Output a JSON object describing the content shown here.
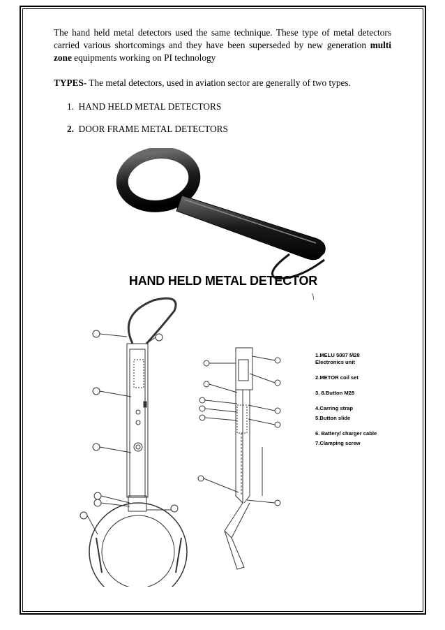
{
  "paragraph": {
    "pre": "The hand held metal detectors used the same technique. These type of metal detectors carried various shortcomings and they have been superseded by new generation ",
    "bold": "multi zone",
    "post": " equipments working on PI technology"
  },
  "types": {
    "label": "TYPES-",
    "text": " The metal detectors, used in aviation sector are generally  of two types."
  },
  "list": [
    {
      "num": "1.",
      "text": "HAND HELD METAL DETECTORS"
    },
    {
      "num": "2.",
      "text": "DOOR FRAME METAL DETECTORS"
    }
  ],
  "caption": "HAND HELD METAL DETECTOR",
  "legend": [
    "1.MELU 5087 M28",
    "Electronics unit",
    "2.METOR   coil set",
    "3. 8.Button M28",
    "4.Carring strap",
    "5.Button slide",
    "6. Battery/ charger cable",
    "7.Clamping screw"
  ]
}
